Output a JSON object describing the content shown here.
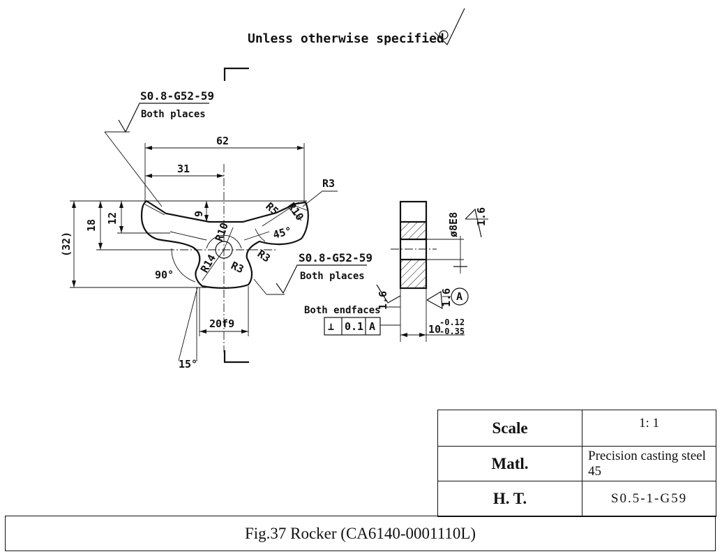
{
  "header": {
    "note": "Unless otherwise specified"
  },
  "dims": {
    "d62": "62",
    "d31": "31",
    "d9": "9",
    "d12": "12",
    "d18": "18",
    "d32": "(32)",
    "r3_top": "R3",
    "r5": "R5",
    "r10_right": "R10",
    "a45": "45°",
    "r10_hole": "R10",
    "r14": "R14",
    "r3_a": "R3",
    "r3_b": "R3",
    "a90": "90°",
    "a15": "15°",
    "w20f9": "20f9",
    "phi8e8": "ø8E8",
    "t_main": "10",
    "t_sup": "-0.12",
    "t_sub": "-0.35"
  },
  "notes": {
    "spec1": "S0.8-G52-59",
    "spec1_sub": "Both places",
    "spec2": "S0.8-G52-59",
    "spec2_sub": "Both places",
    "endfaces": "Both endfaces",
    "rough_top": "1.6",
    "rough_left": "1.6",
    "rough_right": "1.6",
    "datum": "A"
  },
  "fcf": {
    "symbol": "⊥",
    "tolerance": "0.1",
    "datum": "A"
  },
  "title_block": {
    "scale_label": "Scale",
    "scale_value": "1: 1",
    "matl_label": "Matl.",
    "matl_value": "Precision  casting steel 45",
    "ht_label": "H. T.",
    "ht_value": "S0.5-1-G59"
  },
  "caption": "Fig.37    Rocker (CA6140-0001110L)"
}
